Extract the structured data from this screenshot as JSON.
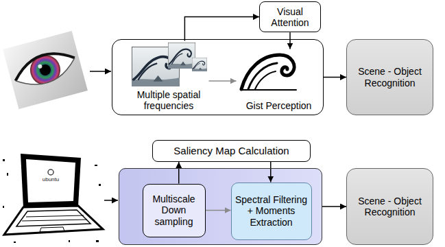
{
  "diagram": {
    "nodes": [
      {
        "text": [
          "Visual Attention"
        ]
      },
      {
        "text": []
      },
      {
        "text": [
          "Multiple spatial frequencies"
        ],
        "in": 1
      },
      {
        "text": [
          "Gist Perception"
        ],
        "in": 1
      },
      {
        "text": [
          "Scene - Object Recognition"
        ]
      },
      {
        "text": [
          "Saliency Map Calculation"
        ]
      },
      {
        "text": []
      },
      {
        "text": [
          "Multiscale Down sampling"
        ],
        "in": 6
      },
      {
        "text": [
          "Spectral Filtering + Moments Extraction"
        ],
        "in": 6
      },
      {
        "text": [
          "Scene - Object Recognition"
        ]
      }
    ],
    "edges": [
      {
        "from": 2,
        "to": 0,
        "arrow": "to"
      },
      {
        "from": 0,
        "to": 3,
        "arrow": "to"
      },
      {
        "from": 2,
        "to": 3,
        "arrow": "to"
      },
      {
        "from": 1,
        "to": 4,
        "arrow": "to"
      },
      {
        "from": 7,
        "to": 5,
        "arrow": "to"
      },
      {
        "from": 5,
        "to": 8,
        "arrow": "to"
      },
      {
        "from": 7,
        "to": 8,
        "arrow": "to"
      },
      {
        "from": 6,
        "to": 9,
        "arrow": "to"
      }
    ],
    "labels": [
      "ubuntu"
    ]
  }
}
